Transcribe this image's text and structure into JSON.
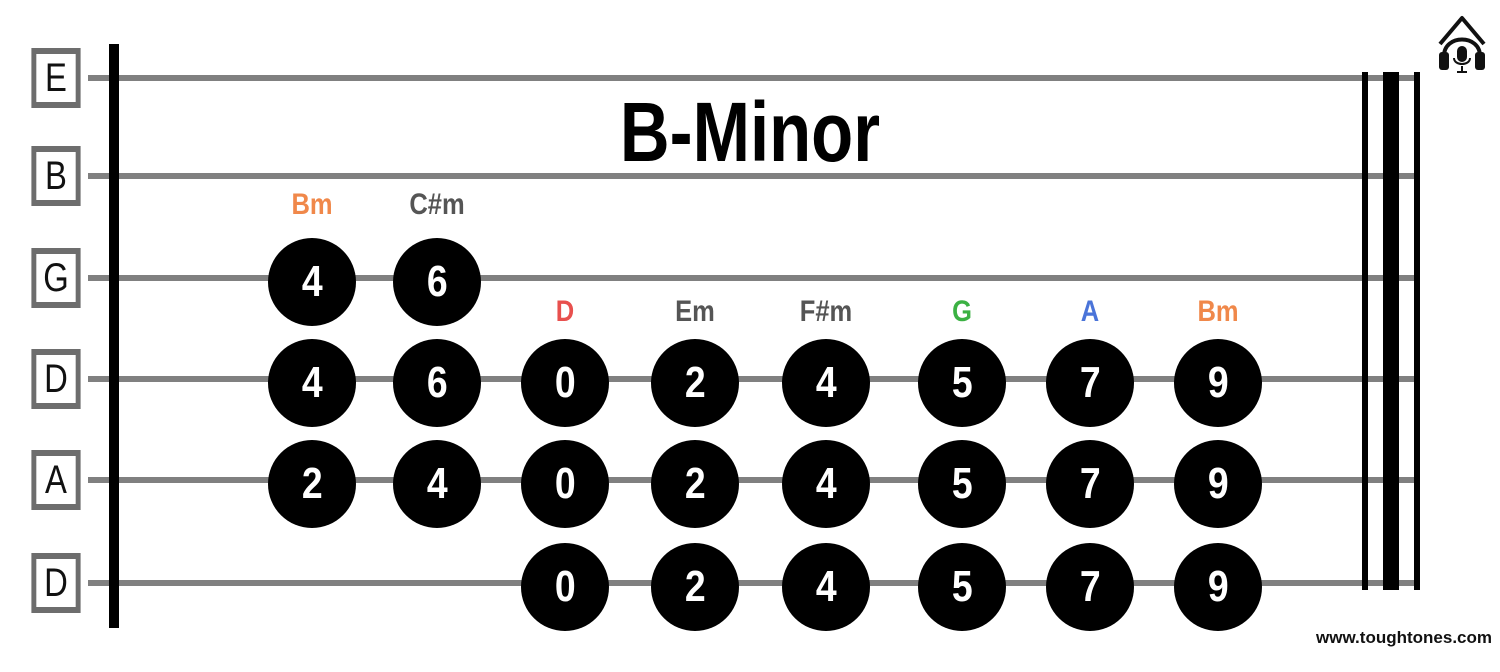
{
  "title": "B-Minor",
  "website": "www.toughtones.com",
  "strings": [
    "E",
    "B",
    "G",
    "D",
    "A",
    "D"
  ],
  "chords": [
    {
      "label": "Bm",
      "color": "#f0884a",
      "position": 1
    },
    {
      "label": "C#m",
      "color": "#555555",
      "position": 2
    },
    {
      "label": "D",
      "color": "#e8504e",
      "position": 3
    },
    {
      "label": "Em",
      "color": "#555555",
      "position": 4
    },
    {
      "label": "F#m",
      "color": "#555555",
      "position": 5
    },
    {
      "label": "G",
      "color": "#3bb143",
      "position": 6
    },
    {
      "label": "A",
      "color": "#4a74d9",
      "position": 7
    },
    {
      "label": "Bm",
      "color": "#f0884a",
      "position": 8
    }
  ],
  "notes": [
    {
      "string": 3,
      "position": 1,
      "fret": 4
    },
    {
      "string": 3,
      "position": 2,
      "fret": 6
    },
    {
      "string": 4,
      "position": 1,
      "fret": 4
    },
    {
      "string": 4,
      "position": 2,
      "fret": 6
    },
    {
      "string": 4,
      "position": 3,
      "fret": 0
    },
    {
      "string": 4,
      "position": 4,
      "fret": 2
    },
    {
      "string": 4,
      "position": 5,
      "fret": 4
    },
    {
      "string": 4,
      "position": 6,
      "fret": 5
    },
    {
      "string": 4,
      "position": 7,
      "fret": 7
    },
    {
      "string": 4,
      "position": 8,
      "fret": 9
    },
    {
      "string": 5,
      "position": 1,
      "fret": 2
    },
    {
      "string": 5,
      "position": 2,
      "fret": 4
    },
    {
      "string": 5,
      "position": 3,
      "fret": 0
    },
    {
      "string": 5,
      "position": 4,
      "fret": 2
    },
    {
      "string": 5,
      "position": 5,
      "fret": 4
    },
    {
      "string": 5,
      "position": 6,
      "fret": 5
    },
    {
      "string": 5,
      "position": 7,
      "fret": 7
    },
    {
      "string": 5,
      "position": 8,
      "fret": 9
    },
    {
      "string": 6,
      "position": 3,
      "fret": 0
    },
    {
      "string": 6,
      "position": 4,
      "fret": 2
    },
    {
      "string": 6,
      "position": 5,
      "fret": 4
    },
    {
      "string": 6,
      "position": 6,
      "fret": 5
    },
    {
      "string": 6,
      "position": 7,
      "fret": 7
    },
    {
      "string": 6,
      "position": 8,
      "fret": 9
    }
  ],
  "colors": {
    "string_line": "#808080",
    "bar": "#000000",
    "dot": "#000000",
    "dot_text": "#ffffff"
  },
  "icons": {
    "logo": "house-headphones-icon"
  }
}
